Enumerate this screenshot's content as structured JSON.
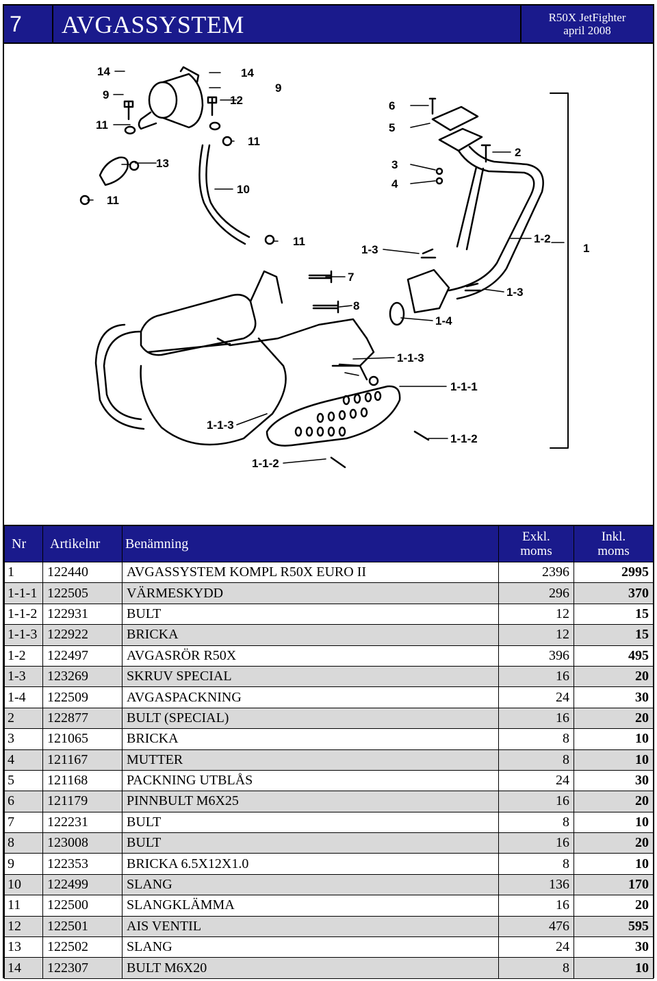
{
  "header": {
    "section_number": "7",
    "title": "AVGASSYSTEM",
    "model": "R50X JetFighter",
    "date": "april 2008"
  },
  "diagram": {
    "callouts": [
      "14",
      "9",
      "11",
      "13",
      "11",
      "14",
      "12",
      "9",
      "11",
      "10",
      "11",
      "6",
      "5",
      "3",
      "4",
      "2",
      "1-2",
      "1",
      "1-3",
      "7",
      "8",
      "1-3",
      "1-4",
      "1-1-3",
      "1-1-1",
      "1-1-3",
      "1-1-2",
      "1-1-2"
    ]
  },
  "table": {
    "headers": {
      "nr": "Nr",
      "artikelnr": "Artikelnr",
      "benamning": "Benämning",
      "exkl_1": "Exkl.",
      "exkl_2": "moms",
      "inkl_1": "Inkl.",
      "inkl_2": "moms"
    },
    "rows": [
      {
        "nr": "1",
        "art": "122440",
        "name": "AVGASSYSTEM KOMPL R50X EURO II",
        "exkl": "2396",
        "inkl": "2995"
      },
      {
        "nr": "1-1-1",
        "art": "122505",
        "name": "VÄRMESKYDD",
        "exkl": "296",
        "inkl": "370"
      },
      {
        "nr": "1-1-2",
        "art": "122931",
        "name": "BULT",
        "exkl": "12",
        "inkl": "15"
      },
      {
        "nr": "1-1-3",
        "art": "122922",
        "name": "BRICKA",
        "exkl": "12",
        "inkl": "15"
      },
      {
        "nr": "1-2",
        "art": "122497",
        "name": "AVGASRÖR R50X",
        "exkl": "396",
        "inkl": "495"
      },
      {
        "nr": "1-3",
        "art": "123269",
        "name": "SKRUV SPECIAL",
        "exkl": "16",
        "inkl": "20"
      },
      {
        "nr": "1-4",
        "art": "122509",
        "name": "AVGASPACKNING",
        "exkl": "24",
        "inkl": "30"
      },
      {
        "nr": "2",
        "art": "122877",
        "name": "BULT (SPECIAL)",
        "exkl": "16",
        "inkl": "20"
      },
      {
        "nr": "3",
        "art": "121065",
        "name": "BRICKA",
        "exkl": "8",
        "inkl": "10"
      },
      {
        "nr": "4",
        "art": "121167",
        "name": "MUTTER",
        "exkl": "8",
        "inkl": "10"
      },
      {
        "nr": "5",
        "art": "121168",
        "name": "PACKNING UTBLÅS",
        "exkl": "24",
        "inkl": "30"
      },
      {
        "nr": "6",
        "art": "121179",
        "name": "PINNBULT M6X25",
        "exkl": "16",
        "inkl": "20"
      },
      {
        "nr": "7",
        "art": "122231",
        "name": "BULT",
        "exkl": "8",
        "inkl": "10"
      },
      {
        "nr": "8",
        "art": "123008",
        "name": "BULT",
        "exkl": "16",
        "inkl": "20"
      },
      {
        "nr": "9",
        "art": "122353",
        "name": "BRICKA 6.5X12X1.0",
        "exkl": "8",
        "inkl": "10"
      },
      {
        "nr": "10",
        "art": "122499",
        "name": "SLANG",
        "exkl": "136",
        "inkl": "170"
      },
      {
        "nr": "11",
        "art": "122500",
        "name": "SLANGKLÄMMA",
        "exkl": "16",
        "inkl": "20"
      },
      {
        "nr": "12",
        "art": "122501",
        "name": "AIS VENTIL",
        "exkl": "476",
        "inkl": "595"
      },
      {
        "nr": "13",
        "art": "122502",
        "name": "SLANG",
        "exkl": "24",
        "inkl": "30"
      },
      {
        "nr": "14",
        "art": "122307",
        "name": "BULT M6X20",
        "exkl": "8",
        "inkl": "10"
      }
    ]
  }
}
